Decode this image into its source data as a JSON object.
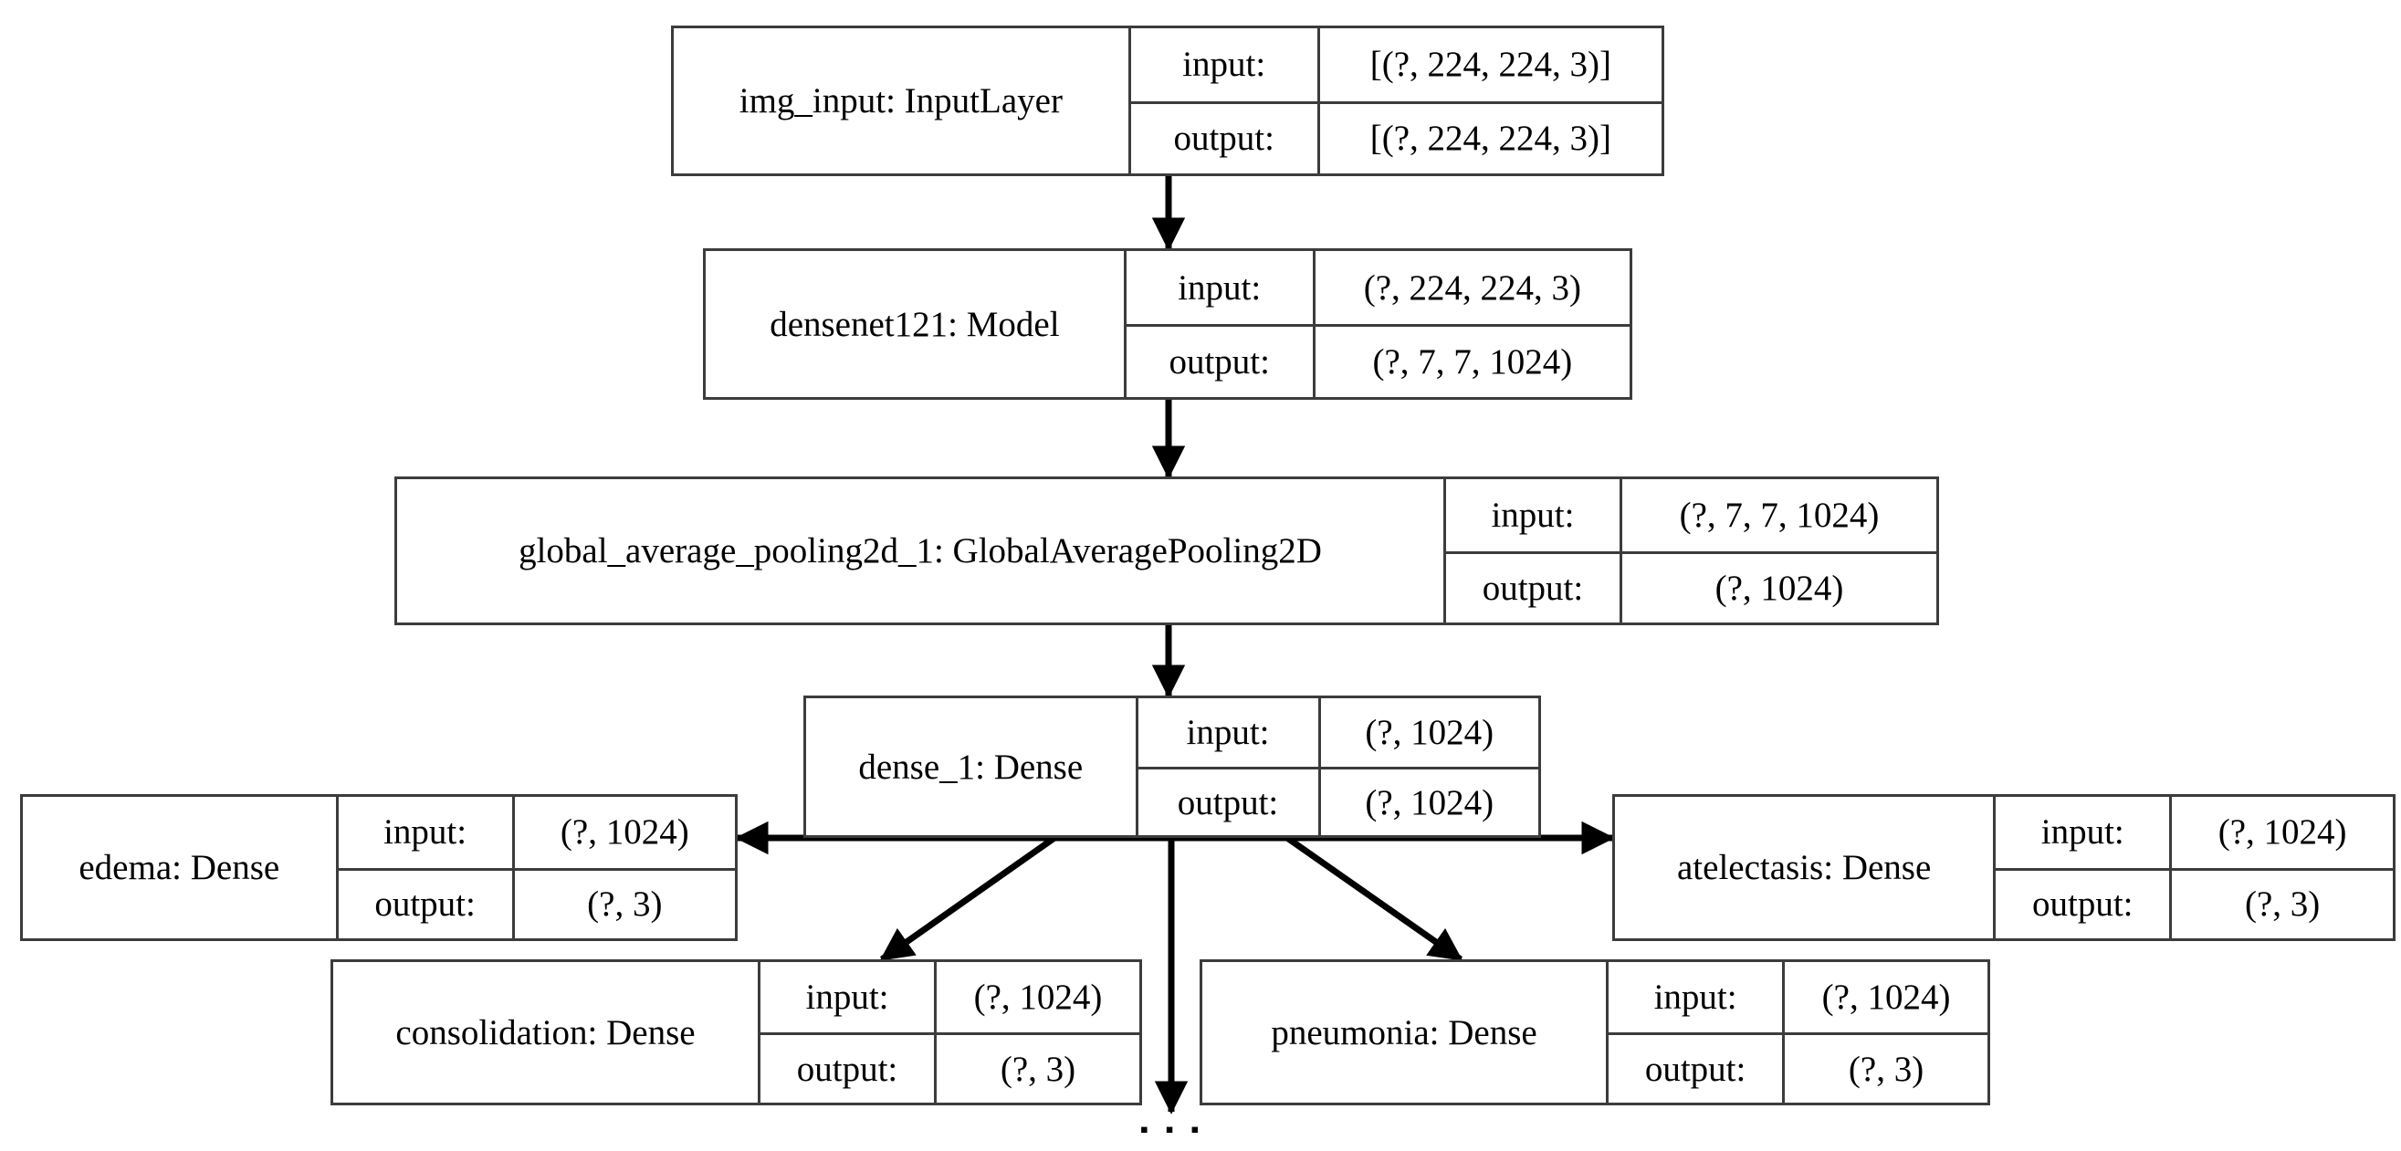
{
  "diagram": {
    "type": "keras-model-graph",
    "background_color": "#ffffff",
    "edge_color": "#000000",
    "border_color": "#3c3c3c",
    "io_labels": {
      "input": "input:",
      "output": "output:"
    },
    "ellipsis": "▪ ▪ ▪"
  },
  "nodes": [
    {
      "id": "img_input",
      "name": "img_input: InputLayer",
      "input": "[(?, 224, 224, 3)]",
      "output": "[(?, 224, 224, 3)]"
    },
    {
      "id": "densenet121",
      "name": "densenet121: Model",
      "input": "(?, 224, 224, 3)",
      "output": "(?, 7, 7, 1024)"
    },
    {
      "id": "global_average_pooling2d_1",
      "name": "global_average_pooling2d_1: GlobalAveragePooling2D",
      "input": "(?, 7, 7, 1024)",
      "output": "(?, 1024)"
    },
    {
      "id": "dense_1",
      "name": "dense_1: Dense",
      "input": "(?, 1024)",
      "output": "(?, 1024)"
    },
    {
      "id": "edema",
      "name": "edema: Dense",
      "input": "(?, 1024)",
      "output": "(?, 3)"
    },
    {
      "id": "atelectasis",
      "name": "atelectasis: Dense",
      "input": "(?, 1024)",
      "output": "(?, 3)"
    },
    {
      "id": "consolidation",
      "name": "consolidation: Dense",
      "input": "(?, 1024)",
      "output": "(?, 3)"
    },
    {
      "id": "pneumonia",
      "name": "pneumonia: Dense",
      "input": "(?, 1024)",
      "output": "(?, 3)"
    }
  ],
  "edges": [
    {
      "from": "img_input",
      "to": "densenet121"
    },
    {
      "from": "densenet121",
      "to": "global_average_pooling2d_1"
    },
    {
      "from": "global_average_pooling2d_1",
      "to": "dense_1"
    },
    {
      "from": "dense_1",
      "to": "edema"
    },
    {
      "from": "dense_1",
      "to": "atelectasis"
    },
    {
      "from": "dense_1",
      "to": "consolidation"
    },
    {
      "from": "dense_1",
      "to": "pneumonia"
    },
    {
      "from": "dense_1",
      "to": "more-outputs-ellipsis"
    }
  ]
}
